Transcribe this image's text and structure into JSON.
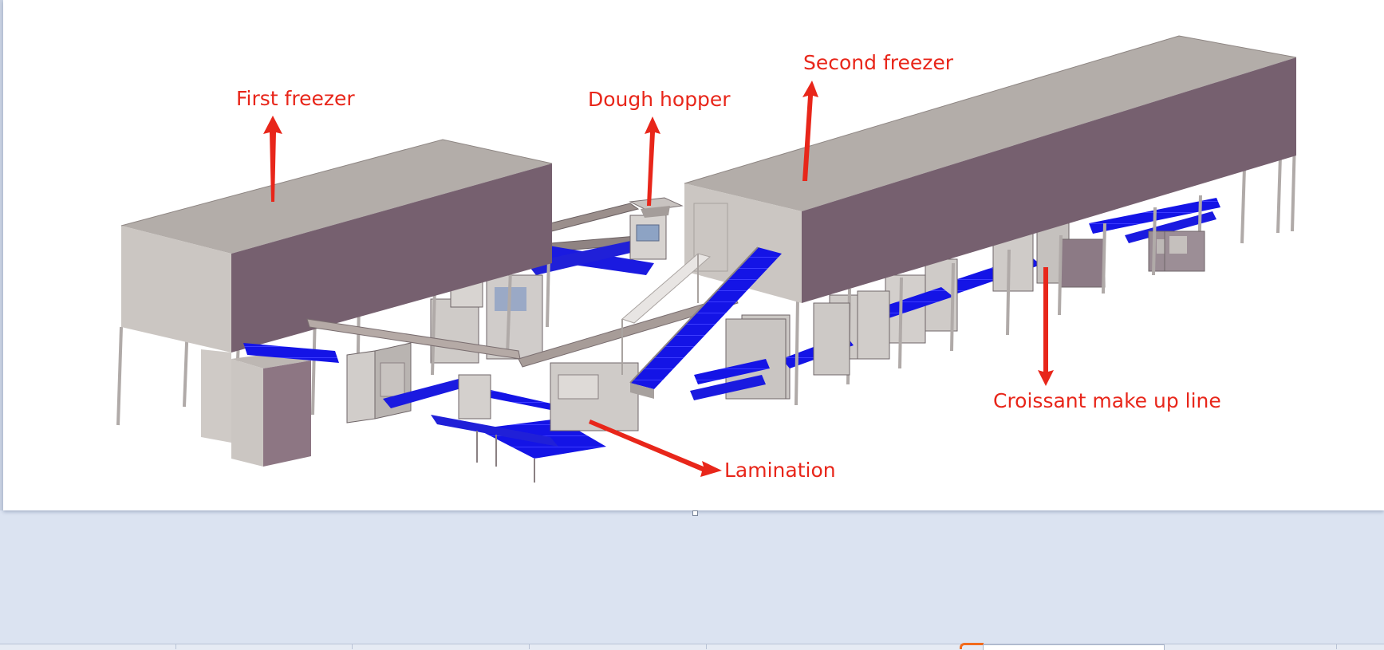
{
  "labels": {
    "first_freezer": "First freezer",
    "dough_hopper": "Dough hopper",
    "second_freezer": "Second freezer",
    "croissant_make_up_line": "Croissant make up line",
    "lamination": "Lamination"
  },
  "colors": {
    "annotation": "#e8261a",
    "conveyor_belt": "#1414e6",
    "freezer_top": "#b3ada9",
    "freezer_side": "#76606f",
    "freezer_front": "#cbc6c2",
    "machine_body": "#c9c6c4",
    "workspace": "#dbe3f1"
  },
  "icons": [
    "arrow-up-icon",
    "arrow-right-icon",
    "arrow-down-icon"
  ]
}
